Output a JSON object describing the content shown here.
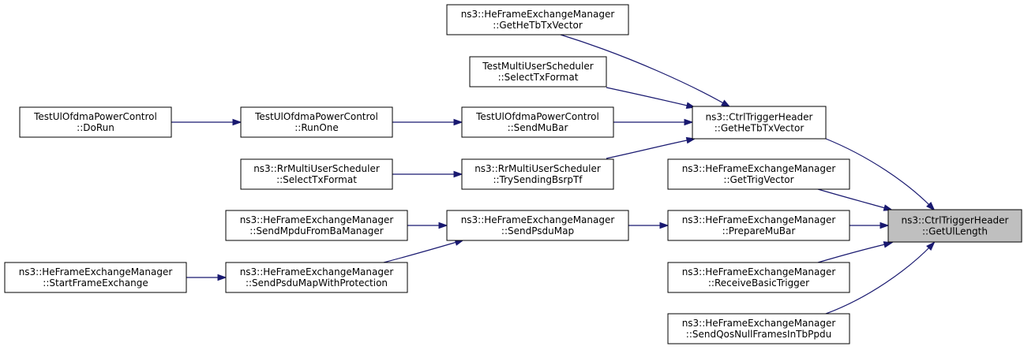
{
  "colors": {
    "edge": "#191970",
    "node_fill": "#ffffff",
    "focus_fill": "#bfbfbf",
    "border": "#000000"
  },
  "nodes": [
    {
      "id": "getullength",
      "lines": [
        "ns3::CtrlTriggerHeader",
        "::GetUlLength"
      ],
      "focus": true
    },
    {
      "id": "trig-gethetbtxvector",
      "lines": [
        "ns3::CtrlTriggerHeader",
        "::GetHeTbTxVector"
      ]
    },
    {
      "id": "hfem-gethetbtxvector",
      "lines": [
        "ns3::HeFrameExchangeManager",
        "::GetHeTbTxVector"
      ]
    },
    {
      "id": "tmus-selecttxformat",
      "lines": [
        "TestMultiUserScheduler",
        "::SelectTxFormat"
      ]
    },
    {
      "id": "tupc-sendmubar",
      "lines": [
        "TestUlOfdmaPowerControl",
        "::SendMuBar"
      ]
    },
    {
      "id": "tupc-runone",
      "lines": [
        "TestUlOfdmaPowerControl",
        "::RunOne"
      ]
    },
    {
      "id": "tupc-dorun",
      "lines": [
        "TestUlOfdmaPowerControl",
        "::DoRun"
      ]
    },
    {
      "id": "rrmus-trysendingbsrptf",
      "lines": [
        "ns3::RrMultiUserScheduler",
        "::TrySendingBsrpTf"
      ]
    },
    {
      "id": "rrmus-selecttxformat",
      "lines": [
        "ns3::RrMultiUserScheduler",
        "::SelectTxFormat"
      ]
    },
    {
      "id": "hfem-gettrigvector",
      "lines": [
        "ns3::HeFrameExchangeManager",
        "::GetTrigVector"
      ]
    },
    {
      "id": "hfem-preparemubar",
      "lines": [
        "ns3::HeFrameExchangeManager",
        "::PrepareMuBar"
      ]
    },
    {
      "id": "hfem-sendpsdumap",
      "lines": [
        "ns3::HeFrameExchangeManager",
        "::SendPsduMap"
      ]
    },
    {
      "id": "hfem-sendmpdufrombamanager",
      "lines": [
        "ns3::HeFrameExchangeManager",
        "::SendMpduFromBaManager"
      ]
    },
    {
      "id": "hfem-sendpsdumapwithprotection",
      "lines": [
        "ns3::HeFrameExchangeManager",
        "::SendPsduMapWithProtection"
      ]
    },
    {
      "id": "hfem-startframeexchange",
      "lines": [
        "ns3::HeFrameExchangeManager",
        "::StartFrameExchange"
      ]
    },
    {
      "id": "hfem-receivebasictrigger",
      "lines": [
        "ns3::HeFrameExchangeManager",
        "::ReceiveBasicTrigger"
      ]
    },
    {
      "id": "hfem-sendqosnullframesintbppdu",
      "lines": [
        "ns3::HeFrameExchangeManager",
        "::SendQosNullFramesInTbPpdu"
      ]
    }
  ],
  "edges": [
    {
      "from": "trig-gethetbtxvector",
      "to": "getullength"
    },
    {
      "from": "hfem-gettrigvector",
      "to": "getullength"
    },
    {
      "from": "hfem-preparemubar",
      "to": "getullength"
    },
    {
      "from": "hfem-receivebasictrigger",
      "to": "getullength"
    },
    {
      "from": "hfem-sendqosnullframesintbppdu",
      "to": "getullength"
    },
    {
      "from": "hfem-gethetbtxvector",
      "to": "trig-gethetbtxvector"
    },
    {
      "from": "tmus-selecttxformat",
      "to": "trig-gethetbtxvector"
    },
    {
      "from": "tupc-sendmubar",
      "to": "trig-gethetbtxvector"
    },
    {
      "from": "rrmus-trysendingbsrptf",
      "to": "trig-gethetbtxvector"
    },
    {
      "from": "tupc-runone",
      "to": "tupc-sendmubar"
    },
    {
      "from": "tupc-dorun",
      "to": "tupc-runone"
    },
    {
      "from": "rrmus-selecttxformat",
      "to": "rrmus-trysendingbsrptf"
    },
    {
      "from": "hfem-sendpsdumap",
      "to": "hfem-preparemubar"
    },
    {
      "from": "hfem-sendmpdufrombamanager",
      "to": "hfem-sendpsdumap"
    },
    {
      "from": "hfem-sendpsdumapwithprotection",
      "to": "hfem-sendpsdumap"
    },
    {
      "from": "hfem-startframeexchange",
      "to": "hfem-sendpsdumapwithprotection"
    }
  ]
}
